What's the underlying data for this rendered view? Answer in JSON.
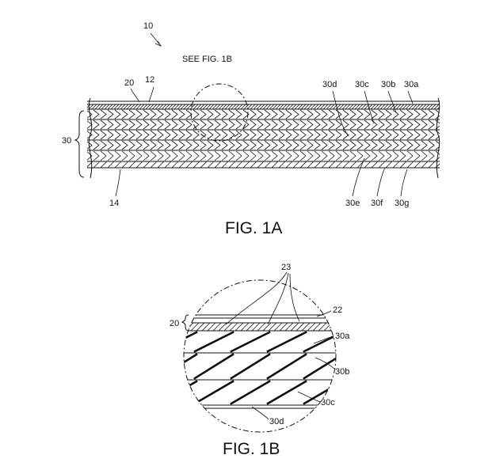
{
  "figures": {
    "fig1a": {
      "caption": "FIG. 1A",
      "labels": {
        "assembly": "10",
        "see_note": "SEE FIG. 1B",
        "layer_20": "20",
        "layer_12": "12",
        "layer_30": "30",
        "layer_14": "14",
        "l30a": "30a",
        "l30b": "30b",
        "l30c": "30c",
        "l30d": "30d",
        "l30e": "30e",
        "l30f": "30f",
        "l30g": "30g"
      }
    },
    "fig1b": {
      "caption": "FIG. 1B",
      "labels": {
        "l23": "23",
        "l22": "22",
        "l20": "20",
        "l30a": "30a",
        "l30b": "30b",
        "l30c": "30c",
        "l30d": "30d"
      }
    }
  }
}
